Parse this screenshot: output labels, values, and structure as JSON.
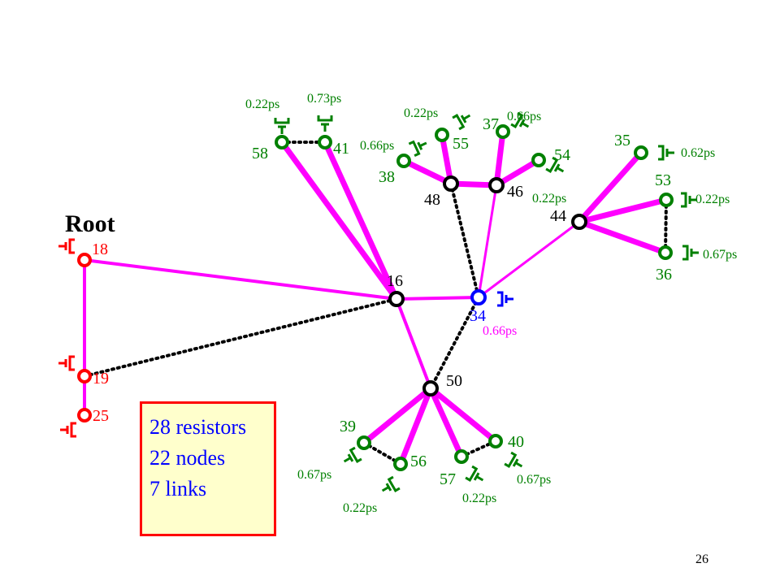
{
  "title": "Root",
  "page_number": "26",
  "stats": [
    "28 resistors",
    "22 nodes",
    "7 links"
  ],
  "colors": {
    "wire": "#ff00ff",
    "link": "#000000",
    "root": "#ff0000",
    "sink": "#008000",
    "driver": "#0000ff",
    "steiner": "#000000",
    "stats_text": "#0000ff",
    "stats_bg": "#ffffcc",
    "stats_border": "#ff0000"
  },
  "node_labels": [
    "18",
    "19",
    "25",
    "16",
    "34",
    "44",
    "46",
    "48",
    "50",
    "35",
    "36",
    "37",
    "38",
    "39",
    "40",
    "41",
    "53",
    "54",
    "55",
    "56",
    "57",
    "58"
  ],
  "capacitance_labels": [
    "0.22ps",
    "0.73ps",
    "0.22ps",
    "0.66ps",
    "0.66ps",
    "0.22ps",
    "0.62ps",
    "0.22ps",
    "0.67ps",
    "0.66ps",
    "0.67ps",
    "0.22ps",
    "0.22ps",
    "0.67ps"
  ],
  "icons": {
    "node": "circle-node-icon",
    "transistor": "transistor-icon"
  }
}
